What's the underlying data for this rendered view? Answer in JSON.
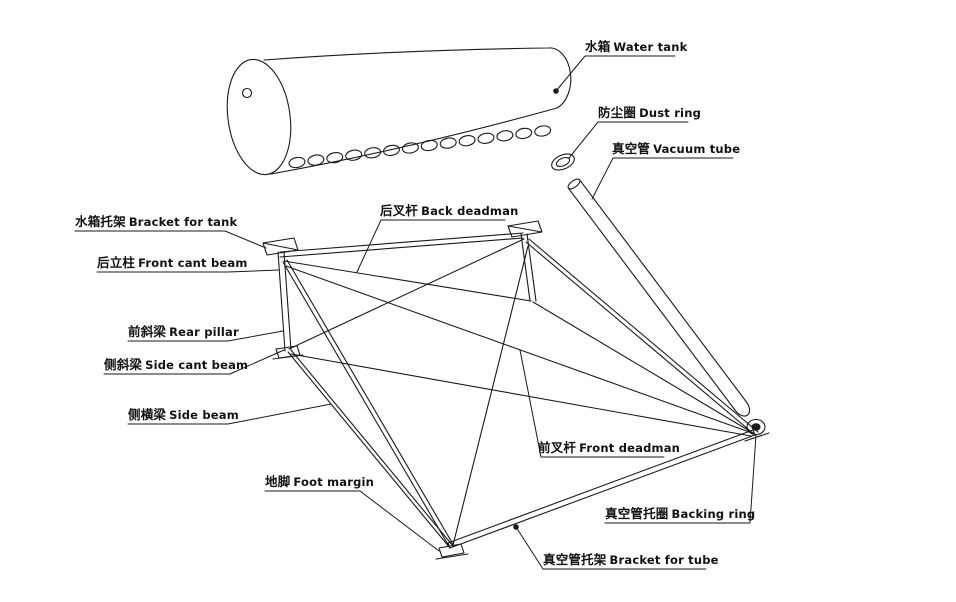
{
  "diagram": {
    "title": "Solar water heater exploded parts diagram",
    "colors": {
      "line": "#1a1a1a",
      "background": "#ffffff"
    },
    "labels": {
      "water_tank": {
        "zh": "水箱",
        "en": "Water tank"
      },
      "dust_ring": {
        "zh": "防尘圈",
        "en": "Dust ring"
      },
      "vacuum_tube": {
        "zh": "真空管",
        "en": "Vacuum tube"
      },
      "bracket_for_tank": {
        "zh": "水箱托架",
        "en": "Bracket for tank"
      },
      "front_cant_beam": {
        "zh": "后立柱",
        "en": "Front cant beam"
      },
      "rear_pillar": {
        "zh": "前斜梁",
        "en": "Rear pillar"
      },
      "side_cant_beam": {
        "zh": "侧斜梁",
        "en": "Side cant beam"
      },
      "side_beam": {
        "zh": "侧横梁",
        "en": "Side beam"
      },
      "back_deadman": {
        "zh": "后叉杆",
        "en": "Back deadman"
      },
      "front_deadman": {
        "zh": "前叉杆",
        "en": "Front deadman"
      },
      "foot_margin": {
        "zh": "地脚",
        "en": "Foot margin"
      },
      "backing_ring": {
        "zh": "真空管托圈",
        "en": "Backing ring"
      },
      "bracket_for_tube": {
        "zh": "真空管托架",
        "en": "Bracket for tube"
      }
    }
  }
}
